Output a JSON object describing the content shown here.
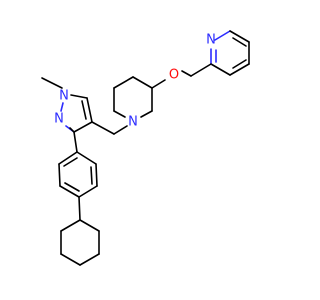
{
  "colors": {
    "background": "#ffffff",
    "bond": "#000000",
    "nitrogen": "#2c2cff",
    "oxygen": "#ff0d0d"
  },
  "atom_labels": {
    "pyridine_n": "N",
    "ether_o": "O",
    "piperidine_n": "N",
    "pyrazole_n1": "N",
    "pyrazole_n2": "N"
  }
}
